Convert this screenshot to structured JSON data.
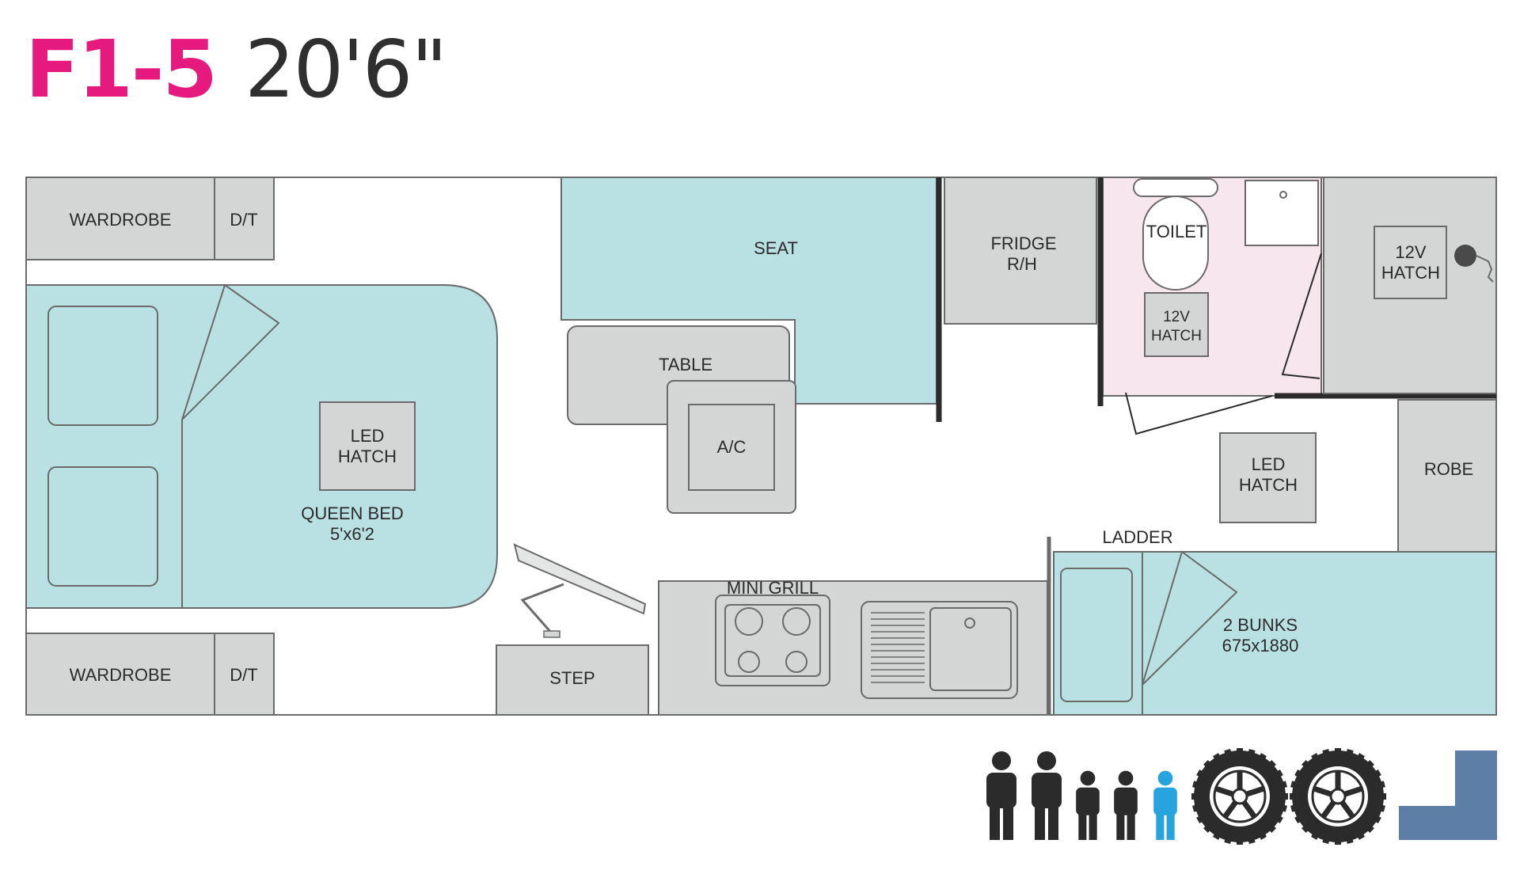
{
  "title": {
    "model": "F1-5",
    "length": "20'6\""
  },
  "colors": {
    "model": "#e6197f",
    "length": "#2f2f2f",
    "cabinet_grey": "#d4d5d5",
    "soft_blue": "#b9e1e3",
    "bathroom_pink": "#f7e6ee",
    "outline": "#6a6a6a",
    "child_highlight": "#27a3dd",
    "icon_dark": "#2b2b2b",
    "layout_blue": "#5d7ea6"
  },
  "labels": {
    "wardrobe_top": "WARDROBE",
    "dt_top": "D/T",
    "wardrobe_bottom": "WARDROBE",
    "dt_bottom": "D/T",
    "queen_bed": [
      "QUEEN BED",
      "5'x6'2"
    ],
    "led_hatch_bed": [
      "LED",
      "HATCH"
    ],
    "seat": "SEAT",
    "table": "TABLE",
    "ac": "A/C",
    "fridge": [
      "FRIDGE",
      "R/H"
    ],
    "toilet": "TOILET",
    "hatch_12v_bath": [
      "12V",
      "HATCH"
    ],
    "hatch_12v_right": [
      "12V",
      "HATCH"
    ],
    "led_hatch_mid": [
      "LED",
      "HATCH"
    ],
    "robe": "ROBE",
    "ladder": "LADDER",
    "bunks": [
      "2 BUNKS",
      "675x1880"
    ],
    "step": "STEP",
    "mini_grill": "MINI GRILL"
  },
  "icons": {
    "occupants": [
      "adult-icon",
      "adult-icon",
      "child-icon",
      "child-icon",
      "child-icon"
    ],
    "wheels": [
      "wheel-icon",
      "wheel-icon"
    ],
    "layout": "corner-layout-icon"
  }
}
